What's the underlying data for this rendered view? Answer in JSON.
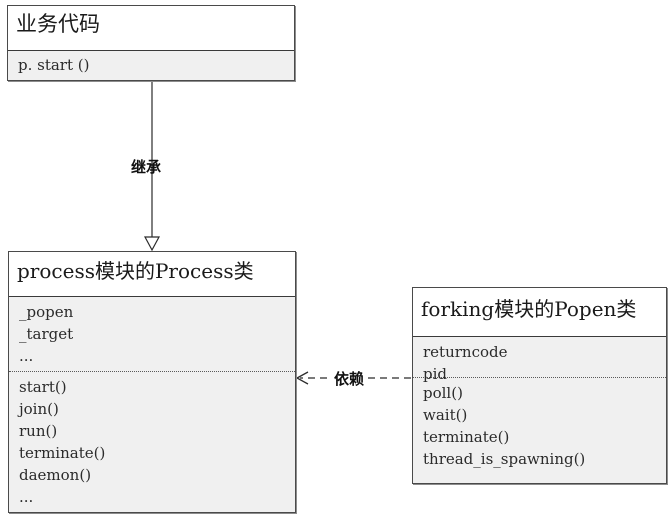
{
  "diagram": {
    "title": "Python multiprocessing UML class diagram",
    "background": "#ffffff",
    "box_fill": "#f0f0f0",
    "header_fill": "#ffffff",
    "border_color": "#4a4a4a",
    "text_color": "#2b2b2b"
  },
  "classes": [
    {
      "id": "business",
      "name": "业务代码",
      "attributes": [],
      "operations": [
        "p. start ()"
      ]
    },
    {
      "id": "process",
      "name": "process模块的Process类",
      "attributes": [
        "_popen",
        "_target",
        "..."
      ],
      "operations": [
        "start()",
        "join()",
        "run()",
        "terminate()",
        "daemon()",
        "..."
      ]
    },
    {
      "id": "popen",
      "name": "forking模块的Popen类",
      "attributes": [
        "returncode",
        "pid"
      ],
      "operations": [
        "poll()",
        "wait()",
        "terminate()",
        "thread_is_spawning()"
      ]
    }
  ],
  "edges": [
    {
      "id": "inheritance",
      "label": "继承",
      "from": "business",
      "to": "process",
      "style": "solid",
      "arrowhead": "hollow-triangle"
    },
    {
      "id": "dependency",
      "label": "依赖",
      "from": "popen",
      "to": "process",
      "style": "dashed",
      "arrowhead": "open-arrow"
    }
  ]
}
